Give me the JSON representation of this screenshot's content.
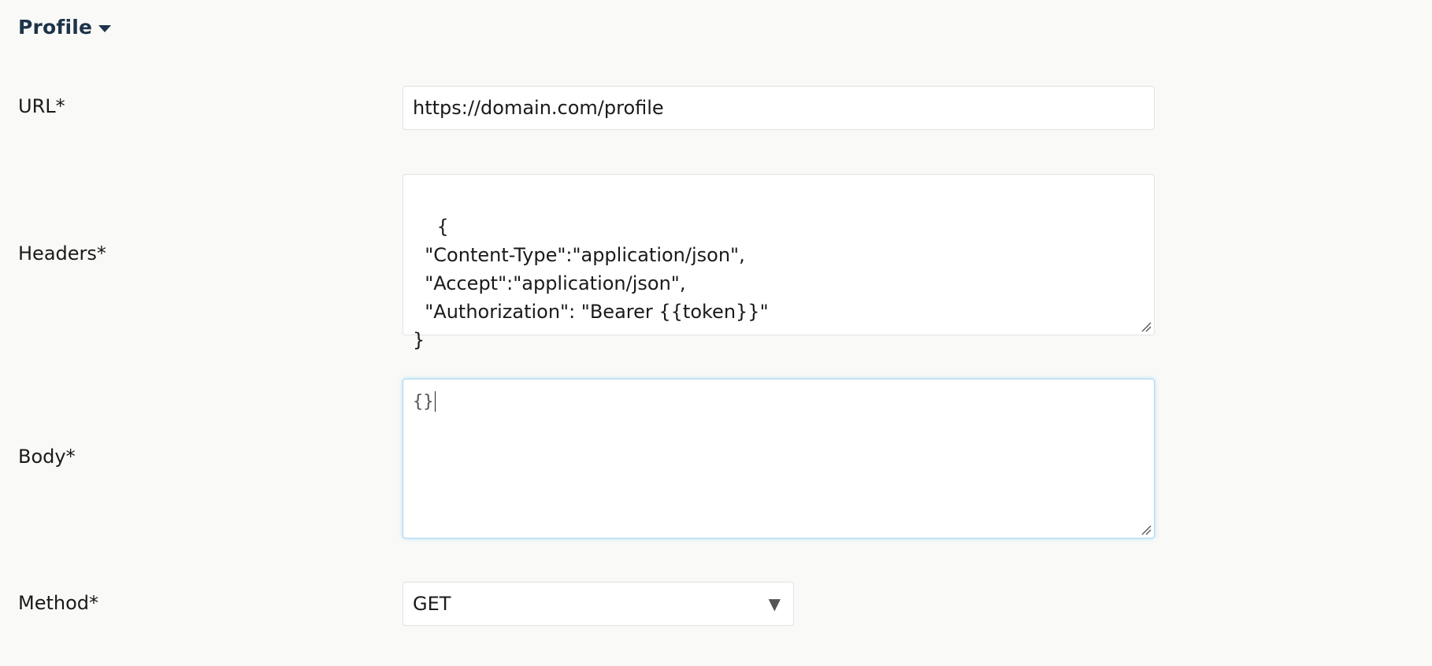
{
  "section": {
    "title": "Profile"
  },
  "fields": {
    "url": {
      "label": "URL*",
      "value": "https://domain.com/profile"
    },
    "headers": {
      "label": "Headers*",
      "value": "{\n  \"Content-Type\":\"application/json\",\n  \"Accept\":\"application/json\",\n  \"Authorization\": \"Bearer {{token}}\"\n}"
    },
    "body": {
      "label": "Body*",
      "value": "{}"
    },
    "method": {
      "label": "Method*",
      "selected": "GET"
    }
  },
  "colors": {
    "title": "#1d3349",
    "focus_border": "#a9d9ef",
    "background": "#f9f9f7"
  },
  "icons": {
    "section_toggle": "caret-down-icon",
    "select_arrow": "triangle-down-icon",
    "resize": "resize-grip-icon"
  }
}
